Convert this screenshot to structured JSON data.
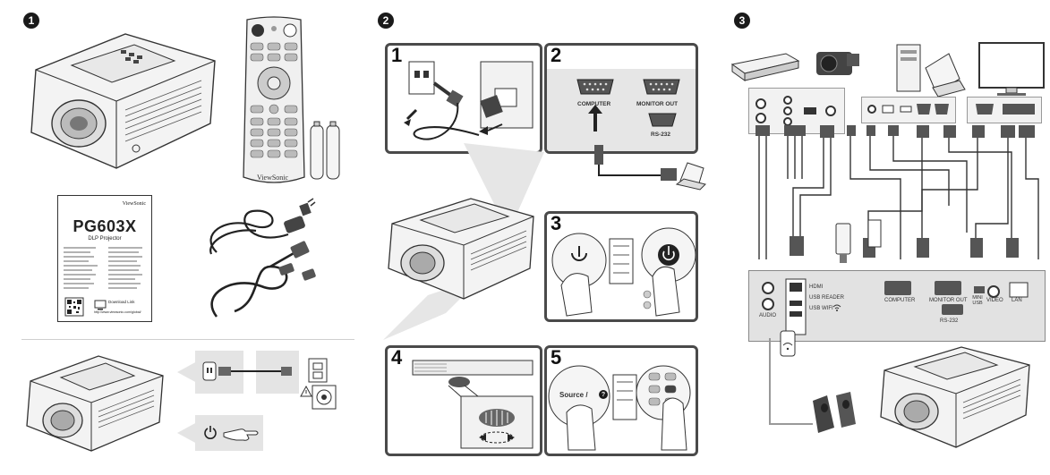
{
  "steps": {
    "one": "1",
    "two": "2",
    "three": "3"
  },
  "remote": {
    "brand": "ViewSonic"
  },
  "guide": {
    "brand": "ViewSonic",
    "model": "PG603X",
    "subtitle": "DLP Projector",
    "download": "Download Link",
    "url": "http://www.viewsonic.com/global/"
  },
  "connect_panels": {
    "p1": "1",
    "p2": "2",
    "p3": "3",
    "p4": "4",
    "p5": "5",
    "computer": "COMPUTER",
    "monitor_out": "MONITOR OUT",
    "rs232": "RS-232",
    "source": "Source /"
  },
  "rear_panel": {
    "hdmi": "HDMI",
    "usb_reader": "USB READER",
    "usb_wifi": "USB WIFI",
    "computer": "COMPUTER",
    "monitor_out": "MONITOR OUT",
    "rs232": "RS-232",
    "mini_usb": "MINI USB",
    "video": "VIDEO",
    "lan": "LAN",
    "audio": "AUDIO"
  },
  "icons": {
    "power": "power-icon",
    "wifi": "wifi-icon"
  },
  "colors": {
    "panel_border": "#4a4a4a",
    "grey_fill": "#e4e4e4",
    "step_badge": "#1a1a1a"
  }
}
